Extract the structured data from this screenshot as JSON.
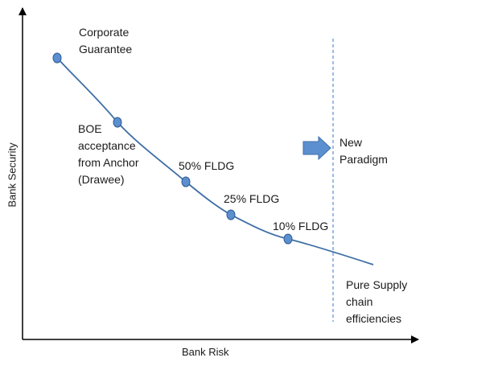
{
  "axes": {
    "x_label": "Bank Risk",
    "y_label": "Bank Security"
  },
  "points": [
    {
      "lines": [
        "Corporate",
        "Guarantee"
      ]
    },
    {
      "lines": [
        "BOE",
        "acceptance",
        "from Anchor",
        "(Drawee)"
      ]
    },
    {
      "lines": [
        "50% FLDG"
      ]
    },
    {
      "lines": [
        "25% FLDG"
      ]
    },
    {
      "lines": [
        "10% FLDG"
      ]
    }
  ],
  "new_paradigm": {
    "lines": [
      "New",
      "Paradigm"
    ]
  },
  "tail_label": {
    "lines": [
      "Pure Supply",
      "chain",
      "efficiencies"
    ]
  },
  "colors": {
    "curve": "#3e6fa5",
    "marker_fill": "#5b8fd0",
    "marker_stroke": "#2f5d94",
    "arrow_fill": "#5b8fd0",
    "divider": "#5b8fd0",
    "axis": "#000000"
  }
}
